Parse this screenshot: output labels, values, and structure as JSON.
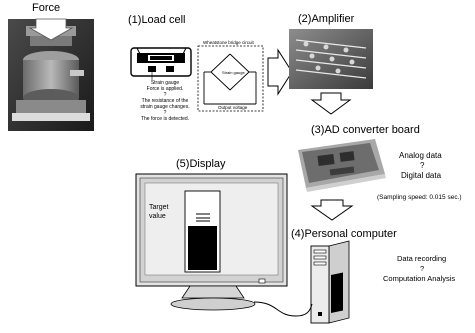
{
  "force": {
    "label": "Force"
  },
  "load_cell": {
    "title": "(1)Load cell",
    "bridge_title": "Wheatstone bridge circuit",
    "strain_gauge_inner": "Strain gauge",
    "output_voltage": "Output voltage",
    "steps": [
      "Strain gauge",
      "Force is applied.",
      "?",
      "The resistance of the",
      "strain gauge changes.",
      "?",
      "The force is detected."
    ]
  },
  "amplifier": {
    "title": "(2)Amplifier"
  },
  "ad_converter": {
    "title": "(3)AD converter board",
    "analog": "Analog data",
    "q": "?",
    "digital": "Digital data",
    "sampling": "(Sampling speed: 0.015 sec.)"
  },
  "pc": {
    "title": "(4)Personal computer",
    "data_recording": "Data recording",
    "q": "?",
    "computation": "Computation Analysis"
  },
  "display": {
    "title": "(5)Display",
    "target_line1": "Target",
    "target_line2": "value"
  }
}
